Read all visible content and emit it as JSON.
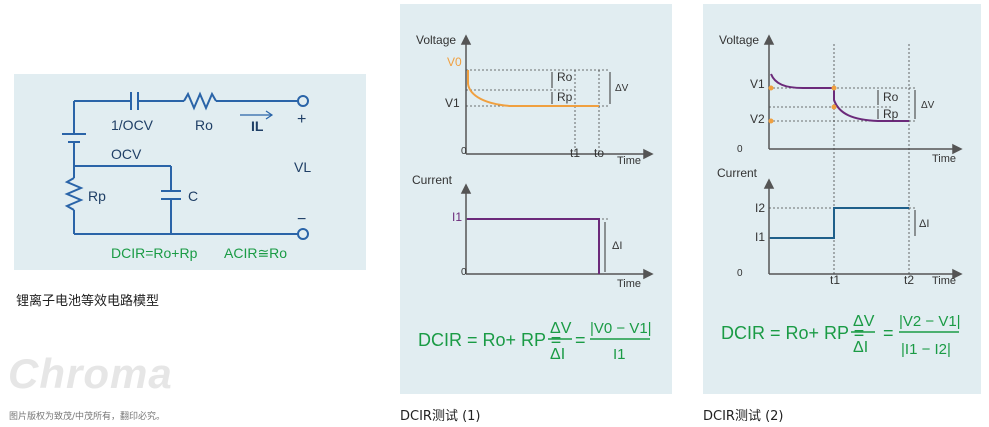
{
  "circuit": {
    "cap_label": "1/OCV",
    "ro_label": "Ro",
    "il_label": "IL",
    "plus": "+",
    "ocv_label": "OCV",
    "vl_label": "VL",
    "rp_label": "Rp",
    "c_label": "C",
    "minus": "−",
    "dcir_eq": "DCIR=Ro+Rp",
    "acir_eq": "ACIR≅Ro",
    "caption": "锂离子电池等效电路模型"
  },
  "watermark": "Chroma",
  "copyright": "图片版权为致茂/中茂所有，翻印必究。",
  "test1": {
    "caption": "DCIR测试 (1)",
    "voltage_label": "Voltage",
    "current_label": "Current",
    "time_label": "Time",
    "v0": "V0",
    "v1": "V1",
    "ro": "Ro",
    "rp": "Rp",
    "dv": "ΔV",
    "zero": "0",
    "t1": "t1",
    "to": "to",
    "i1": "I1",
    "di": "ΔI",
    "formula_left": "DCIR = Ro+ RP =",
    "formula_frac_num": "ΔV",
    "formula_frac_den": "ΔI",
    "formula_abs_num": "|V0 − V1|",
    "formula_abs_den": "I1"
  },
  "test2": {
    "caption": "DCIR测试 (2)",
    "voltage_label": "Voltage",
    "current_label": "Current",
    "time_label": "Time",
    "v1": "V1",
    "v2": "V2",
    "ro": "Ro",
    "rp": "Rp",
    "dv": "ΔV",
    "zero": "0",
    "t1": "t1",
    "t2": "t2",
    "i1": "I1",
    "i2": "I2",
    "di": "ΔI",
    "formula_left": "DCIR = Ro+ RP =",
    "formula_frac_num": "ΔV",
    "formula_frac_den": "ΔI",
    "formula_abs_num": "|V2 − V1|",
    "formula_abs_den": "|I1 − I2|"
  },
  "colors": {
    "circuit_blue": "#2a64a8",
    "formula_green": "#1a9b45",
    "voltage_orange": "#f0a040",
    "voltage_purple": "#6b2a7a",
    "current_blue": "#1e5f8a",
    "panel_bg": "#e1edf1"
  }
}
